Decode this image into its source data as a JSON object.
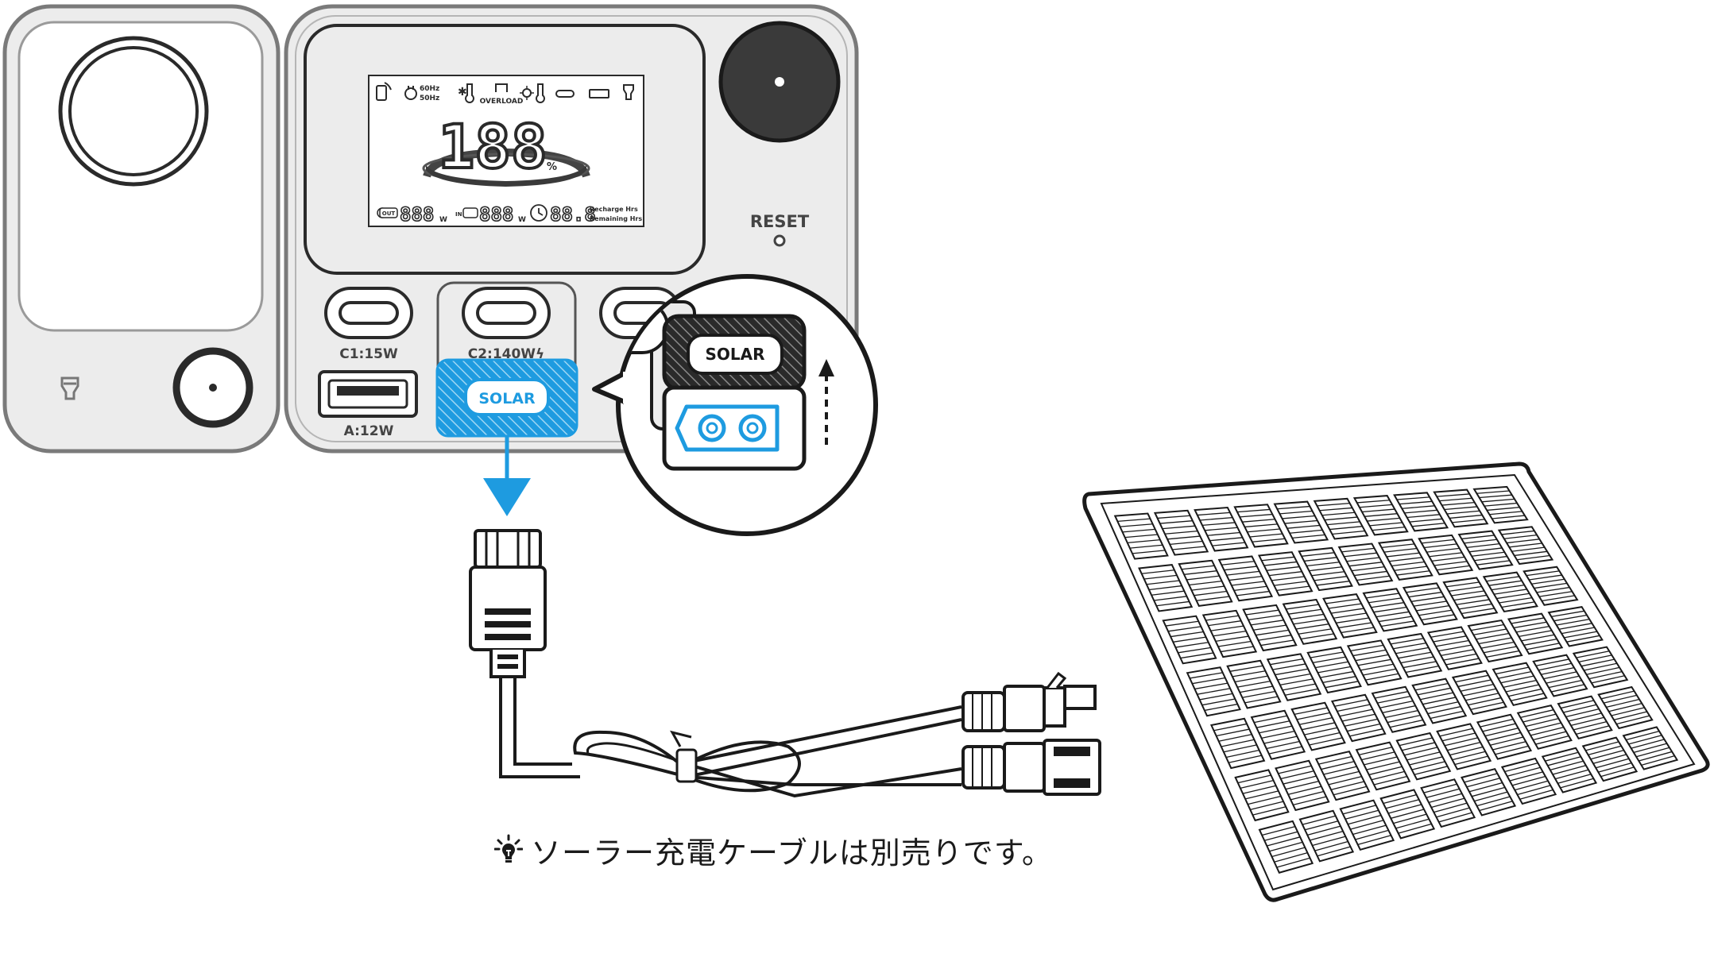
{
  "lcd": {
    "percent_digits": "188",
    "percent_sign": "%",
    "hz_top": "60Hz",
    "hz_bottom": "50Hz",
    "overload": "OVERLOAD",
    "out_tag": "OUT",
    "in_tag": "IN",
    "out_digits": "888",
    "in_digits": "888",
    "time_digits": "88.8",
    "watt_unit": "W",
    "recharge_label": "Recharge Hrs",
    "remaining_label": "Remaining Hrs"
  },
  "device": {
    "reset_label": "RESET",
    "port_c1_label": "C1:15W",
    "port_c2_label": "C2:140Wϟ",
    "port_a_label": "A:12W",
    "solar_port_label": "SOLAR"
  },
  "callout": {
    "solar_cover_label": "SOLAR"
  },
  "note": {
    "icon": "lightbulb-icon",
    "text": "ソーラー充電ケーブルは別売りです。"
  },
  "colors": {
    "highlight_blue": "#1e9be0",
    "device_gray": "#e8e8e8",
    "outline": "#1a1a1a",
    "soft_outline": "#7a7a7a"
  }
}
